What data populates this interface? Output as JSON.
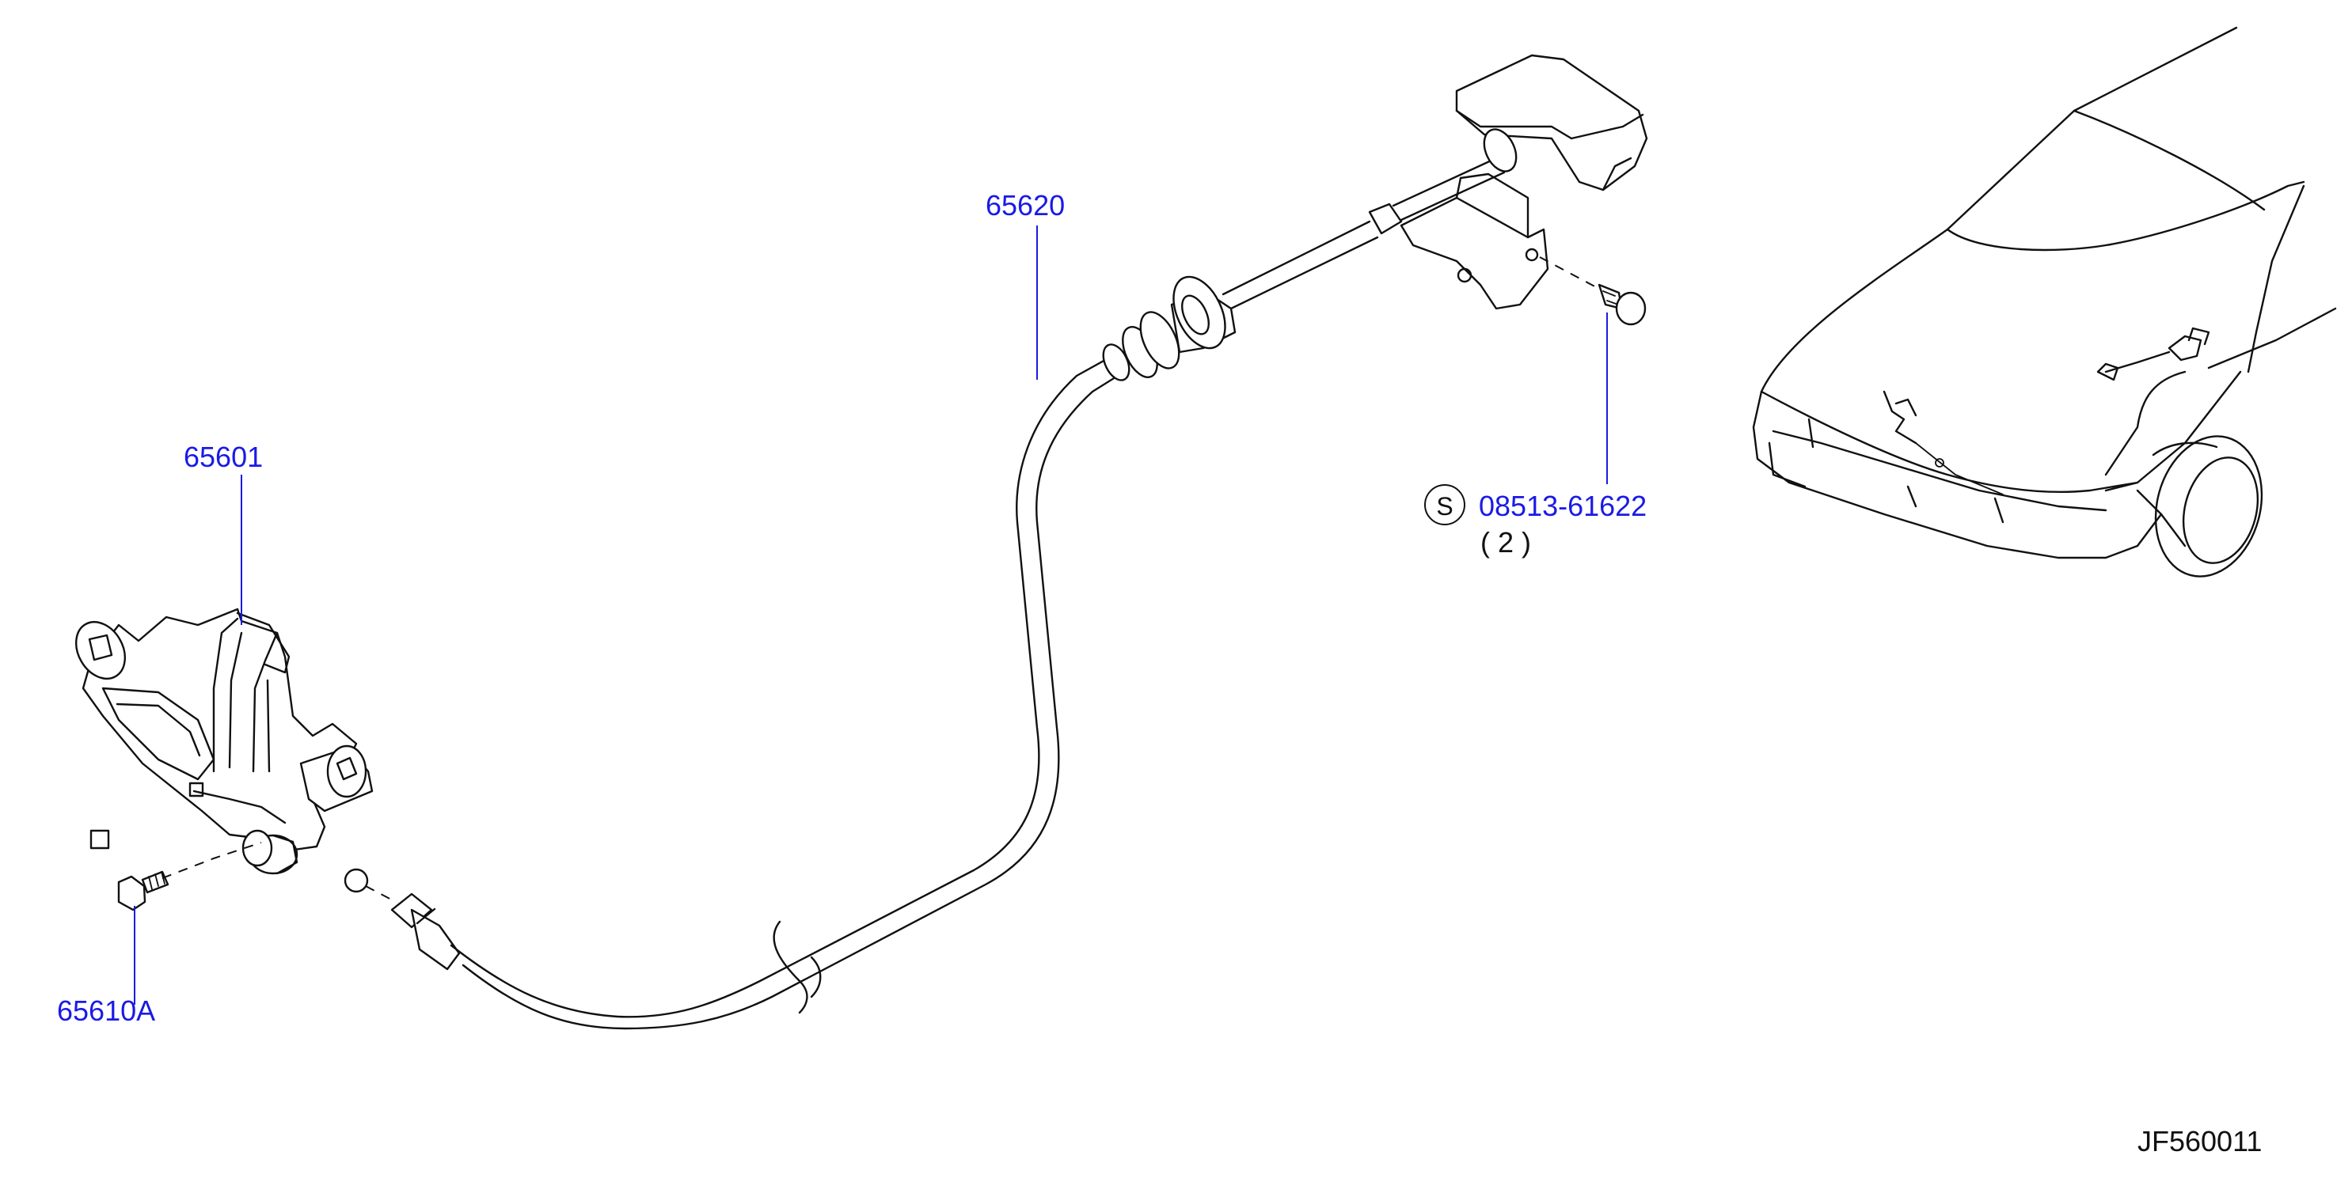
{
  "colors": {
    "line": "#111111",
    "callout": "#1a1ae6",
    "background": "#ffffff"
  },
  "callouts": {
    "hood_lock": "65601",
    "release_cable": "65620",
    "lock_bolt": "65610A",
    "handle_screw": "08513-61622",
    "handle_screw_symbol": "S",
    "handle_screw_qty": "( 2 )"
  },
  "diagram_code": "JF560011"
}
